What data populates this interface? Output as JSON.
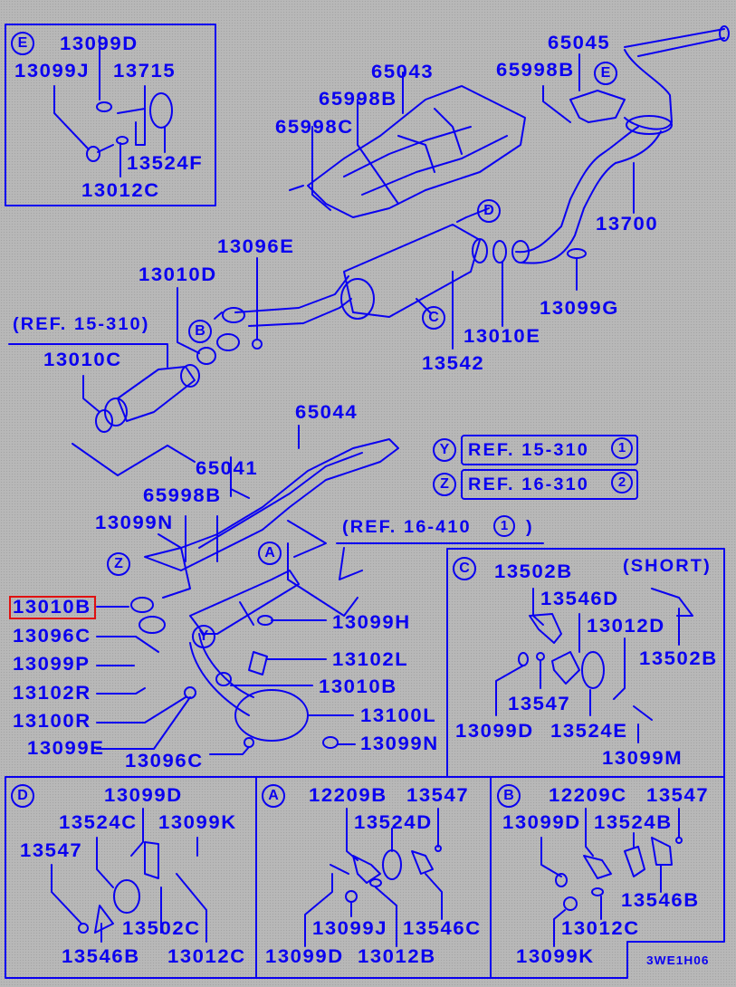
{
  "diagram": {
    "title_code": "3WE1H06",
    "accent_color": "#0a00f0",
    "highlight_color": "#e01010",
    "highlighted_part": "13010B",
    "main_labels": {
      "p65045": "65045",
      "p65998b_top": "65998B",
      "p65043": "65043",
      "p65998b_mid": "65998B",
      "p65998c": "65998C",
      "p13700": "13700",
      "p13096e": "13096E",
      "p13010d": "13010D",
      "ref_15_310": "(REF. 15-310)",
      "p13010c": "13010C",
      "p13099g": "13099G",
      "p13010e": "13010E",
      "p13542": "13542",
      "p65044": "65044",
      "p65041": "65041",
      "p65998b_low": "65998B",
      "p13099n_top": "13099N",
      "ref_16_410": "(REF. 16-410",
      "ref_16_410_num": "1",
      "ref_16_410_close": ")",
      "p13010b_hl": "13010B",
      "p13096c_left": "13096C",
      "p13099p": "13099P",
      "p13102r": "13102R",
      "p13100r": "13100R",
      "p13099e": "13099E",
      "p13096c_bottom": "13096C",
      "p13099h": "13099H",
      "p13102l": "13102L",
      "p13010b_right": "13010B",
      "p13100l": "13100L",
      "p13099n_bottom": "13099N"
    },
    "callouts": {
      "e_main": "E",
      "d_main": "D",
      "b_main": "B",
      "c_main": "C",
      "a_main": "A",
      "y_main": "Y",
      "z_main": "Z"
    },
    "ref_legend": [
      {
        "marker": "Y",
        "text": "REF. 15-310",
        "num": "1"
      },
      {
        "marker": "Z",
        "text": "REF. 16-310",
        "num": "2"
      }
    ],
    "inset_e": {
      "marker": "E",
      "labels": [
        "13099D",
        "13099J",
        "13715",
        "13524F",
        "13012C"
      ]
    },
    "inset_c": {
      "marker": "C",
      "note": "(SHORT)",
      "labels": [
        "13502B",
        "13546D",
        "13012D",
        "13502B",
        "13547",
        "13099D",
        "13524E",
        "13099M"
      ]
    },
    "inset_d": {
      "marker": "D",
      "labels": [
        "13099D",
        "13524C",
        "13099K",
        "13547",
        "13502C",
        "13546B",
        "13012C"
      ]
    },
    "inset_a": {
      "marker": "A",
      "labels": [
        "12209B",
        "13547",
        "13524D",
        "13099J",
        "13546C",
        "13099D",
        "13012B"
      ]
    },
    "inset_b": {
      "marker": "B",
      "labels": [
        "12209C",
        "13547",
        "13099D",
        "13524B",
        "13546B",
        "13012C",
        "13099K"
      ]
    }
  }
}
